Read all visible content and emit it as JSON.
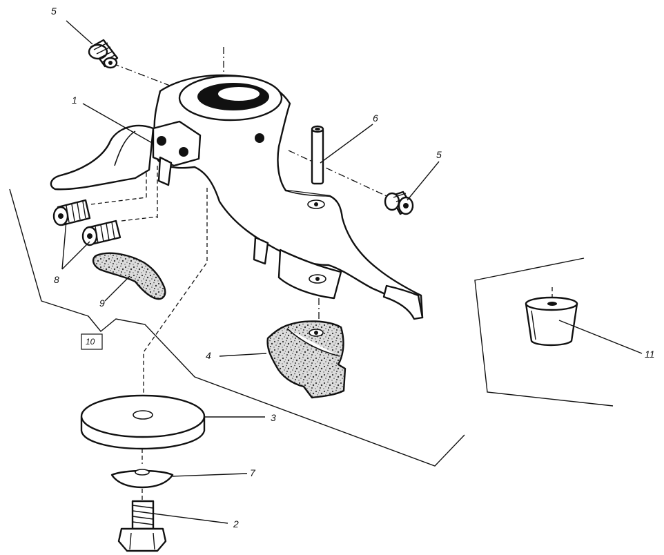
{
  "callouts": {
    "c1": "1",
    "c2": "2",
    "c3": "3",
    "c4": "4",
    "c5a": "5",
    "c5b": "5",
    "c6": "6",
    "c7": "7",
    "c8": "8",
    "c9": "9",
    "c10": "10",
    "c11": "11"
  },
  "colors": {
    "ink": "#111111",
    "paper": "#ffffff"
  }
}
